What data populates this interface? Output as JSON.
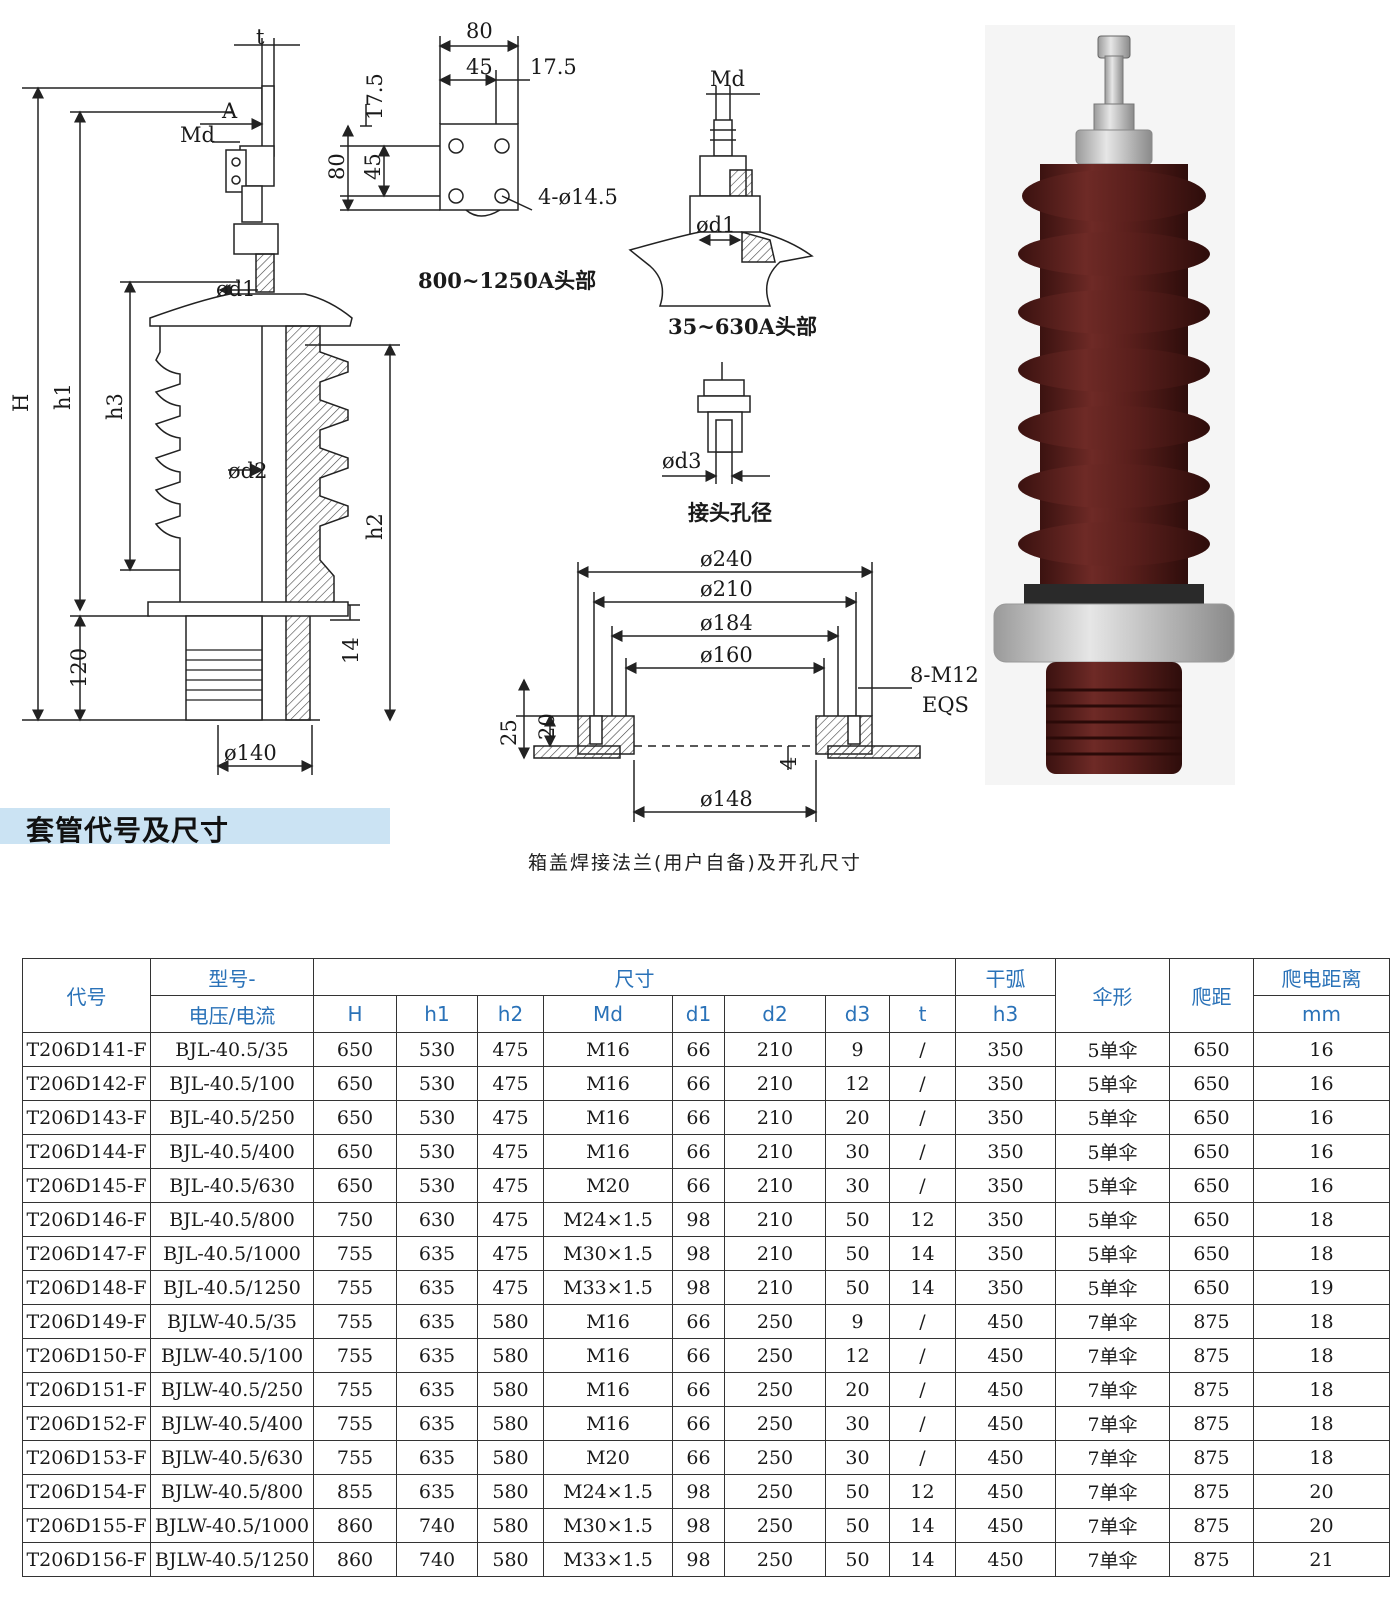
{
  "drawing_labels": {
    "t": "t",
    "A": "A",
    "Md_left": "Md",
    "d1": "ød1",
    "H": "H",
    "h1": "h1",
    "h3": "h3",
    "d2": "ød2",
    "h2": "h2",
    "dim_120": "120",
    "dim_14": "14",
    "dia_140": "ø140"
  },
  "head_800": {
    "w80": "80",
    "w45": "45",
    "w17_5": "17.5",
    "v17_5": "17.5",
    "v80": "80",
    "v45": "45",
    "holes": "4-ø14.5",
    "caption": "800~1250A头部"
  },
  "head_35": {
    "Md": "Md",
    "d1": "ød1",
    "caption": "35~630A头部"
  },
  "joint": {
    "d3": "ød3",
    "caption": "接头孔径"
  },
  "flange": {
    "d240": "ø240",
    "d210": "ø210",
    "d184": "ø184",
    "d160": "ø160",
    "bolts": "8-M12",
    "eqs": "EQS",
    "h25": "25",
    "h20": "20",
    "h4": "4",
    "d148": "ø148"
  },
  "section_title": "套管代号及尺寸",
  "flange_caption": "箱盖焊接法兰(用户自备)及开孔尺寸",
  "colors": {
    "header_text": "#2a72b8",
    "banner": "#cbe3f3",
    "porcelain": "#5a1f1c"
  },
  "table": {
    "header": {
      "code": "代号",
      "model_line1": "型号-",
      "model_line2": "电压/电流",
      "size": "尺寸",
      "arc_line1": "干弧",
      "arc_line2": "h3",
      "shed": "伞形",
      "creep": "爬距",
      "creep_dist_line1": "爬电距离",
      "creep_dist_line2": "mm",
      "cols": [
        "H",
        "h1",
        "h2",
        "Md",
        "d1",
        "d2",
        "d3",
        "t"
      ]
    },
    "rows": [
      [
        "T206D141-F",
        "BJL-40.5/35",
        "650",
        "530",
        "475",
        "M16",
        "66",
        "210",
        "9",
        "/",
        "350",
        "5单伞",
        "650",
        "16"
      ],
      [
        "T206D142-F",
        "BJL-40.5/100",
        "650",
        "530",
        "475",
        "M16",
        "66",
        "210",
        "12",
        "/",
        "350",
        "5单伞",
        "650",
        "16"
      ],
      [
        "T206D143-F",
        "BJL-40.5/250",
        "650",
        "530",
        "475",
        "M16",
        "66",
        "210",
        "20",
        "/",
        "350",
        "5单伞",
        "650",
        "16"
      ],
      [
        "T206D144-F",
        "BJL-40.5/400",
        "650",
        "530",
        "475",
        "M16",
        "66",
        "210",
        "30",
        "/",
        "350",
        "5单伞",
        "650",
        "16"
      ],
      [
        "T206D145-F",
        "BJL-40.5/630",
        "650",
        "530",
        "475",
        "M20",
        "66",
        "210",
        "30",
        "/",
        "350",
        "5单伞",
        "650",
        "16"
      ],
      [
        "T206D146-F",
        "BJL-40.5/800",
        "750",
        "630",
        "475",
        "M24×1.5",
        "98",
        "210",
        "50",
        "12",
        "350",
        "5单伞",
        "650",
        "18"
      ],
      [
        "T206D147-F",
        "BJL-40.5/1000",
        "755",
        "635",
        "475",
        "M30×1.5",
        "98",
        "210",
        "50",
        "14",
        "350",
        "5单伞",
        "650",
        "18"
      ],
      [
        "T206D148-F",
        "BJL-40.5/1250",
        "755",
        "635",
        "475",
        "M33×1.5",
        "98",
        "210",
        "50",
        "14",
        "350",
        "5单伞",
        "650",
        "19"
      ],
      [
        "T206D149-F",
        "BJLW-40.5/35",
        "755",
        "635",
        "580",
        "M16",
        "66",
        "250",
        "9",
        "/",
        "450",
        "7单伞",
        "875",
        "18"
      ],
      [
        "T206D150-F",
        "BJLW-40.5/100",
        "755",
        "635",
        "580",
        "M16",
        "66",
        "250",
        "12",
        "/",
        "450",
        "7单伞",
        "875",
        "18"
      ],
      [
        "T206D151-F",
        "BJLW-40.5/250",
        "755",
        "635",
        "580",
        "M16",
        "66",
        "250",
        "20",
        "/",
        "450",
        "7单伞",
        "875",
        "18"
      ],
      [
        "T206D152-F",
        "BJLW-40.5/400",
        "755",
        "635",
        "580",
        "M16",
        "66",
        "250",
        "30",
        "/",
        "450",
        "7单伞",
        "875",
        "18"
      ],
      [
        "T206D153-F",
        "BJLW-40.5/630",
        "755",
        "635",
        "580",
        "M20",
        "66",
        "250",
        "30",
        "/",
        "450",
        "7单伞",
        "875",
        "18"
      ],
      [
        "T206D154-F",
        "BJLW-40.5/800",
        "855",
        "635",
        "580",
        "M24×1.5",
        "98",
        "250",
        "50",
        "12",
        "450",
        "7单伞",
        "875",
        "20"
      ],
      [
        "T206D155-F",
        "BJLW-40.5/1000",
        "860",
        "740",
        "580",
        "M30×1.5",
        "98",
        "250",
        "50",
        "14",
        "450",
        "7单伞",
        "875",
        "20"
      ],
      [
        "T206D156-F",
        "BJLW-40.5/1250",
        "860",
        "740",
        "580",
        "M33×1.5",
        "98",
        "250",
        "50",
        "14",
        "450",
        "7单伞",
        "875",
        "21"
      ]
    ]
  }
}
